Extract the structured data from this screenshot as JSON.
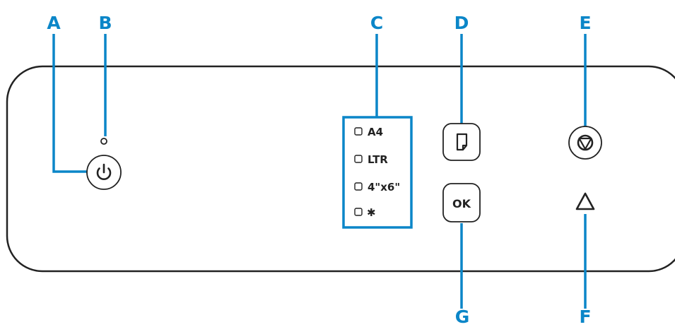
{
  "callouts": {
    "a": "A",
    "b": "B",
    "c": "C",
    "d": "D",
    "e": "E",
    "f": "F",
    "g": "G"
  },
  "paper_sizes": [
    "A4",
    "LTR",
    "4\"x6\"",
    "✱"
  ],
  "buttons": {
    "ok_label": "OK"
  },
  "icons": {
    "power": "power-icon",
    "paper_select": "paper-icon",
    "stop": "stop-icon",
    "alarm": "warning-triangle-icon"
  },
  "colors": {
    "callout": "#0b86c8",
    "outline": "#222222"
  }
}
